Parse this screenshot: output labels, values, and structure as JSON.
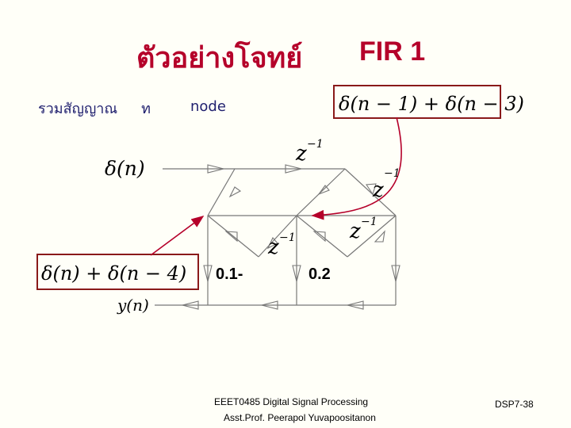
{
  "title": {
    "thai": "ตัวอย่างโจทย์",
    "fir": "FIR 1"
  },
  "subtitle": {
    "thai": "รวมสัญญาณ",
    "thai_tail": "ท",
    "node": "node"
  },
  "annotations": {
    "top_right_box": "δ(n − 1) + δ(n − 3)",
    "left_box": "δ(n) + δ(n − 4)",
    "input": "δ(n)",
    "output": "y(n)"
  },
  "delays": {
    "z1": "z",
    "z1_exp": "−1",
    "z2": "z",
    "z2_exp": "−1",
    "z3": "z",
    "z3_exp": "−1",
    "z4": "z",
    "z4_exp": "−1"
  },
  "coefficients": {
    "c1": "0.1-",
    "c2": "0.2"
  },
  "footer": {
    "course": "EEET0485 Digital Signal Processing",
    "author": "Asst.Prof. Peerapol Yuvapoositanon",
    "slide": "DSP7-38"
  },
  "colors": {
    "title": "#b5002a",
    "subtitle": "#1f1f6e",
    "box_border": "#8a1a1a",
    "arrow_curve": "#b5002a",
    "lines": "#777777"
  }
}
